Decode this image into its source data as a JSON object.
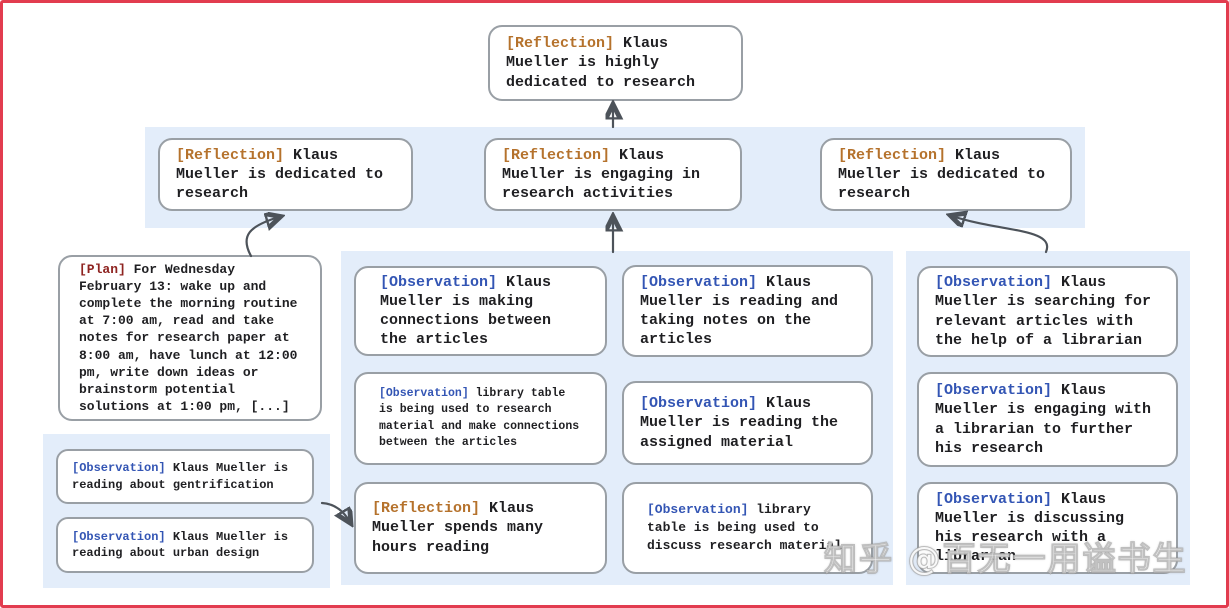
{
  "colors": {
    "frame": "#e23c4f",
    "band": "#e3edfa",
    "boxborder": "#999fa5",
    "text": "#1f1f22",
    "reflection": "#b5722c",
    "observation": "#3355b4",
    "plan": "#8e2320",
    "arrow": "#4d535a"
  },
  "watermark": {
    "text": "知乎 @百无一用谥书生"
  },
  "nodes": {
    "reflection_root": {
      "label": "[Reflection]",
      "text": "Klaus Mueller is highly dedicated to research"
    },
    "reflection_left": {
      "label": "[Reflection]",
      "text": "Klaus Mueller is dedicated to research"
    },
    "reflection_mid": {
      "label": "[Reflection]",
      "text": "Klaus Mueller is engaging in research activities"
    },
    "reflection_right": {
      "label": "[Reflection]",
      "text": "Klaus Mueller is dedicated to research"
    },
    "plan": {
      "label": "[Plan]",
      "text": "For Wednesday February 13: wake up and complete the morning routine at 7:00 am, read and take notes for research paper at 8:00 am, have lunch at 12:00 pm, write down ideas or brainstorm potential solutions at 1:00 pm, [...]"
    },
    "obs_gentrification": {
      "label": "[Observation]",
      "text": "Klaus Mueller is reading about gentrification"
    },
    "obs_urban_design": {
      "label": "[Observation]",
      "text": "Klaus Mueller is reading about urban design"
    },
    "obs_connections": {
      "label": "[Observation]",
      "text": "Klaus Mueller is making connections between the articles"
    },
    "obs_library_research": {
      "label": "[Observation]",
      "text": "library table is being used to research material and make connections between the articles"
    },
    "refl_hours_reading": {
      "label": "[Reflection]",
      "text": "Klaus Mueller spends many hours reading"
    },
    "obs_taking_notes": {
      "label": "[Observation]",
      "text": "Klaus Mueller is reading and taking notes on the articles"
    },
    "obs_assigned_material": {
      "label": "[Observation]",
      "text": "Klaus Mueller is reading the assigned material"
    },
    "obs_library_discuss": {
      "label": "[Observation]",
      "text": "library table is being used to discuss research material"
    },
    "obs_searching": {
      "label": "[Observation]",
      "text": "Klaus Mueller is searching for relevant articles with the help of a librarian"
    },
    "obs_engaging_librarian": {
      "label": "[Observation]",
      "text": "Klaus Mueller is engaging with a librarian to further his research"
    },
    "obs_discussing": {
      "label": "[Observation]",
      "text": "Klaus Mueller is discussing his research with a librarian"
    }
  }
}
